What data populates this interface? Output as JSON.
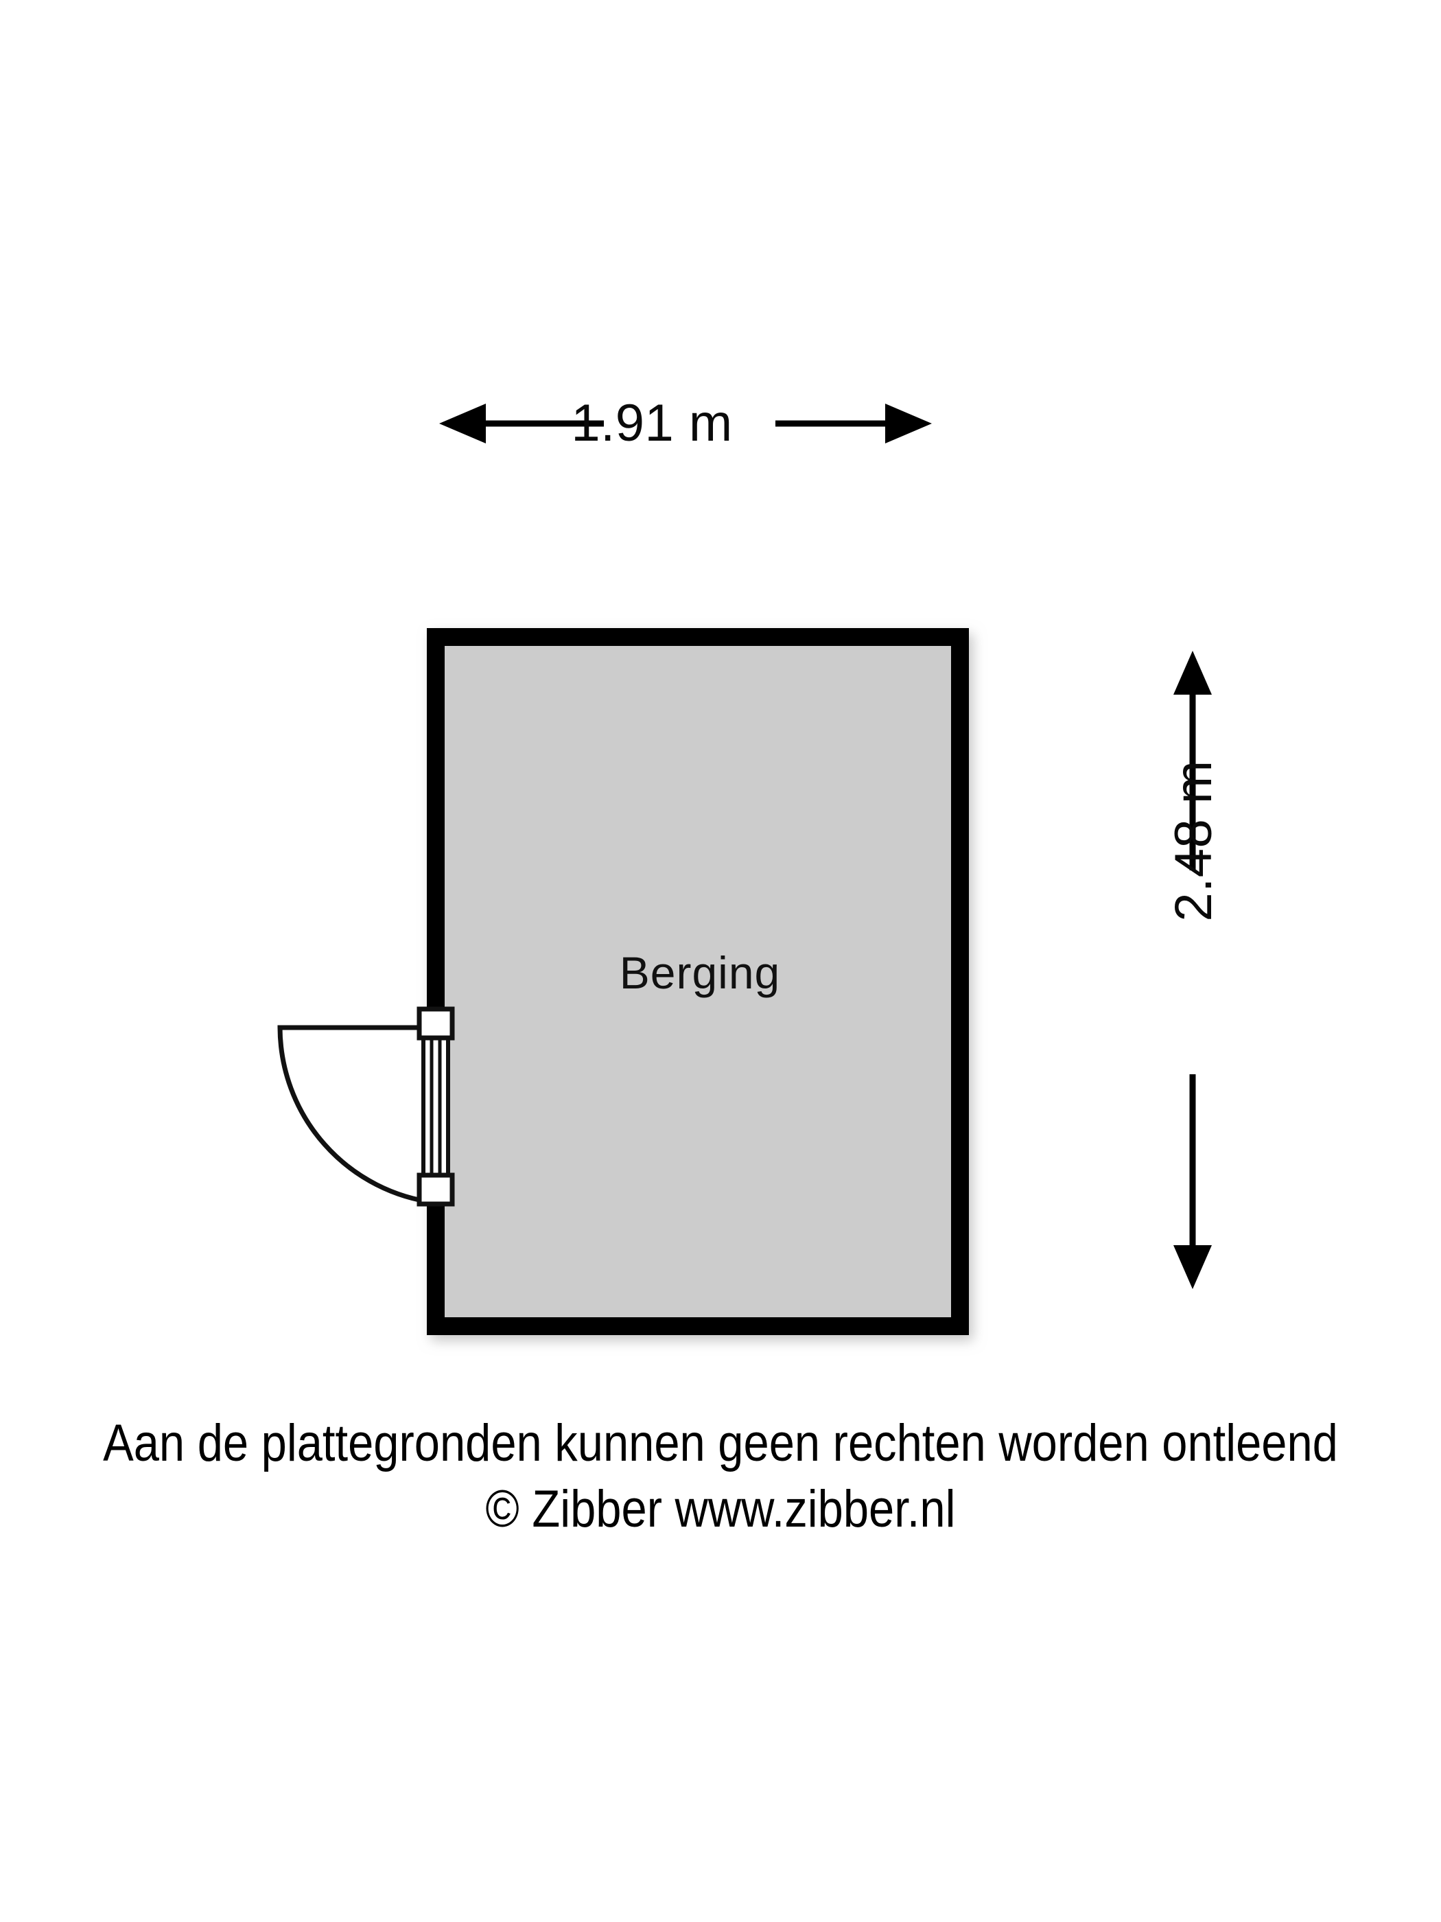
{
  "document": {
    "type": "floor-plan",
    "language": "nl"
  },
  "dimensions": {
    "width_label": "1.91 m",
    "height_label": "2.48 m",
    "width_meters": 1.91,
    "height_meters": 2.48,
    "unit": "m"
  },
  "rooms": [
    {
      "name": "Berging",
      "fill_color": "#cccccc",
      "wall_color": "#000000"
    }
  ],
  "openings": [
    {
      "kind": "door",
      "wall": "left",
      "swing": "outward-left",
      "hinge": "top"
    }
  ],
  "footer": {
    "line_1": "Aan de plattegronden kunnen geen rechten worden ontleend",
    "line_2": "© Zibber www.zibber.nl"
  },
  "colors": {
    "background": "#ffffff",
    "wall": "#000000",
    "room_fill": "#cccccc",
    "text": "#000000",
    "door_leaf": "#ffffff"
  }
}
